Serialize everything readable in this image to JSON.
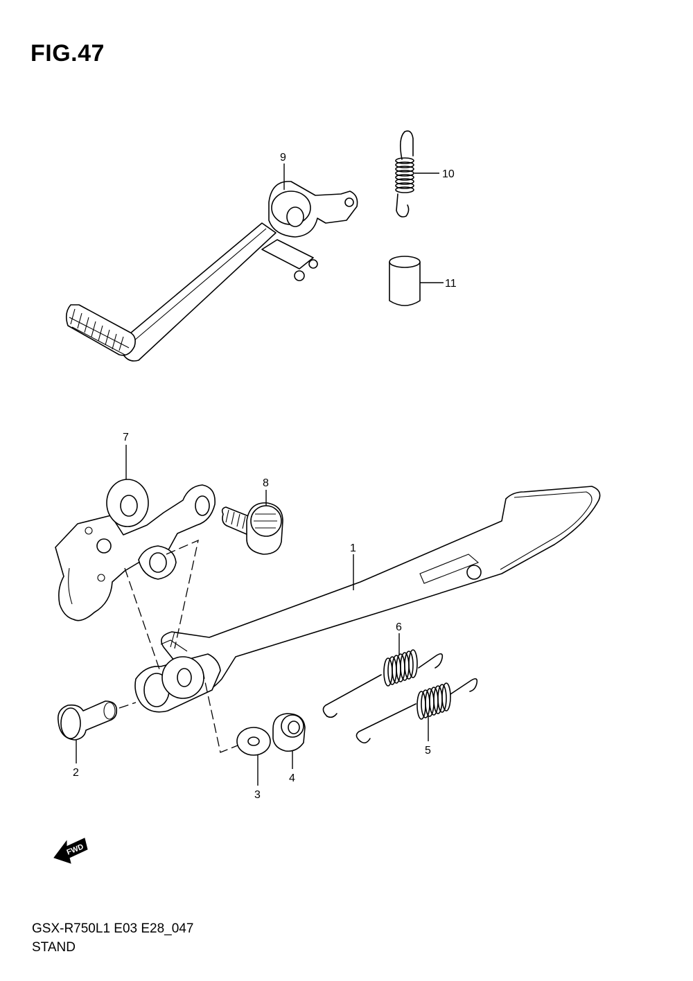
{
  "figure": {
    "title": "FIG.47",
    "model_code": "GSX-R750L1 E03 E28_047",
    "section_name": "STAND"
  },
  "callouts": {
    "p1": "1",
    "p2": "2",
    "p3": "3",
    "p4": "4",
    "p5": "5",
    "p6": "6",
    "p7": "7",
    "p8": "8",
    "p9": "9",
    "p10": "10",
    "p11": "11"
  },
  "direction_badge": {
    "label": "FWD",
    "icon": "forward-arrow-icon"
  }
}
